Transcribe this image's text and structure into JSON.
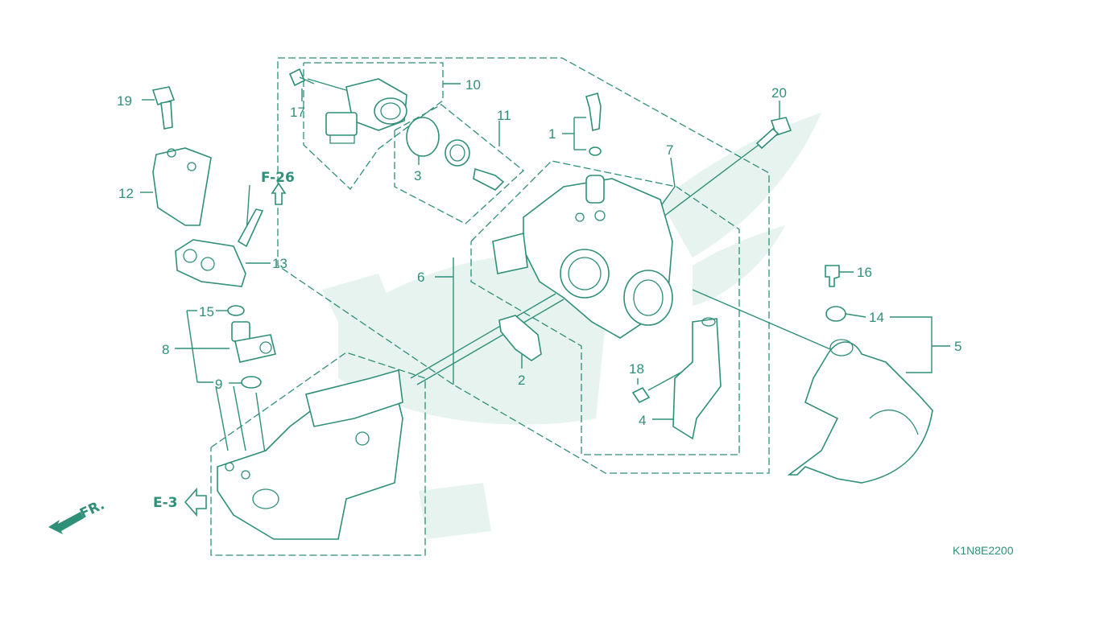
{
  "diagram": {
    "code": "K1N8E2200",
    "refs": {
      "f26": "F-26",
      "e3": "E-3",
      "fr": "FR."
    },
    "callouts": {
      "p1": "1",
      "p2": "2",
      "p3": "3",
      "p4": "4",
      "p5": "5",
      "p6": "6",
      "p7": "7",
      "p8": "8",
      "p9": "9",
      "p10": "10",
      "p11": "11",
      "p12": "12",
      "p13": "13",
      "p14": "14",
      "p15": "15",
      "p16": "16",
      "p17": "17",
      "p18": "18",
      "p19": "19",
      "p20": "20"
    }
  },
  "colors": {
    "line": "#2f8f78",
    "watermark": "#e6f3ee",
    "background": "#ffffff"
  }
}
